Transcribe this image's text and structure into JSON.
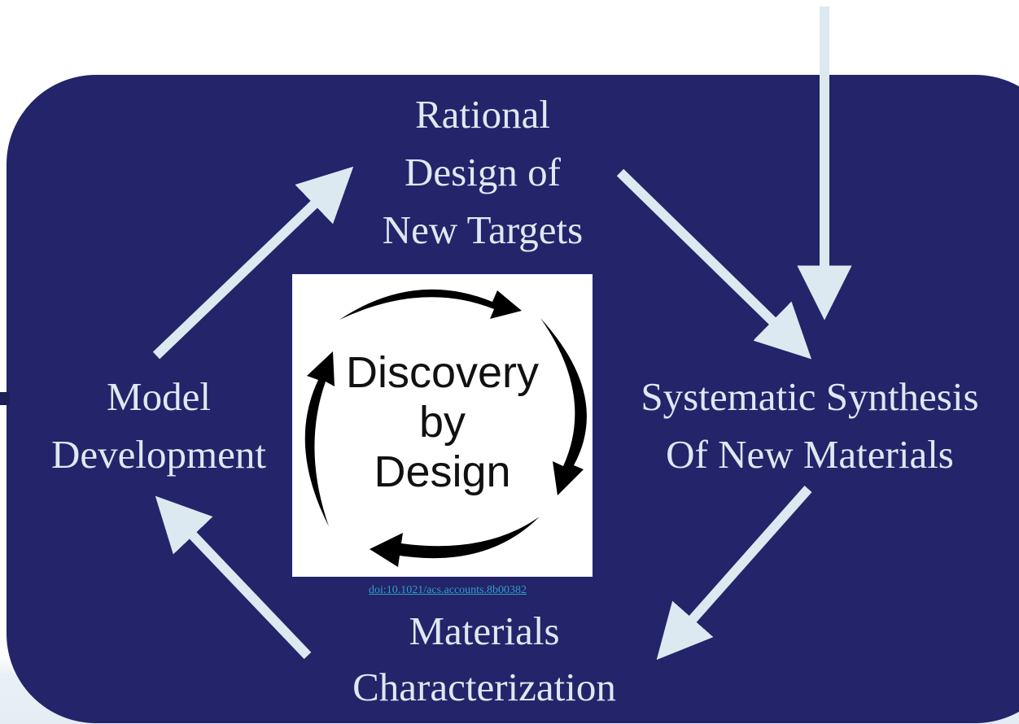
{
  "nodes": {
    "rational_design": {
      "lines": [
        "Rational",
        "Design of",
        "New Targets"
      ]
    },
    "systematic_synthesis": {
      "lines": [
        "Systematic Synthesis",
        "Of New Materials"
      ]
    },
    "materials_characterization": {
      "lines": [
        "Materials",
        "Characterization"
      ]
    },
    "model_development": {
      "lines": [
        "Model",
        "Development"
      ]
    }
  },
  "logo": {
    "lines": [
      "Discovery",
      "by",
      "Design"
    ],
    "icon": "cycle-arrows-icon"
  },
  "citation": {
    "text": "doi:10.1021/acs.accounts.8b00382"
  },
  "colors": {
    "panel": "#23246a",
    "text": "#dde9f1",
    "arrow": "#dde9f1",
    "link": "#2f9fc3"
  }
}
